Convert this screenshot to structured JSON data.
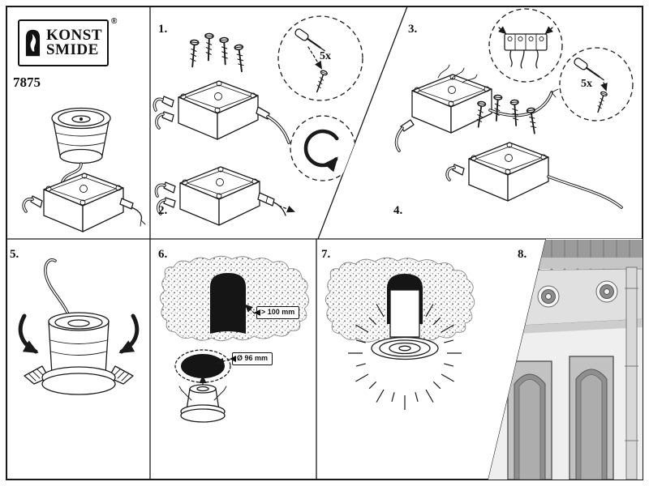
{
  "brand": {
    "logo_line1": "KONST",
    "logo_line2": "SMIDE",
    "registered_mark": "®",
    "product_number": "7875"
  },
  "steps": [
    {
      "label": "1."
    },
    {
      "label": "2."
    },
    {
      "label": "3."
    },
    {
      "label": "4."
    },
    {
      "label": "5."
    },
    {
      "label": "6."
    },
    {
      "label": "7."
    },
    {
      "label": "8."
    }
  ],
  "callouts": {
    "screw_count_step1": "5x",
    "screw_count_step4": "5x",
    "min_depth": "> 100 mm",
    "hole_diameter": "Ø 96 mm"
  },
  "colors": {
    "line": "#1a1a1a",
    "background": "#ffffff",
    "hole_fill": "#151515"
  }
}
